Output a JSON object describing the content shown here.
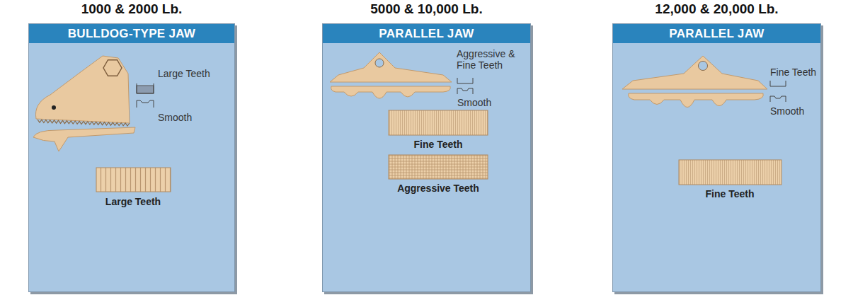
{
  "diagram": {
    "nodes": [
      {
        "text": [
          "1000 & 2000 Lb.",
          "BULLDOG-TYPE JAW"
        ]
      },
      {
        "text": [
          "5000 & 10,000 Lb.",
          "PARALLEL JAW"
        ]
      },
      {
        "text": [
          "12,000 & 20,000 Lb.",
          "PARALLEL JAW"
        ]
      }
    ],
    "labels": [
      "Large Teeth",
      "Smooth",
      "Large Teeth",
      "Aggressive & Fine Teeth",
      "Smooth",
      "Fine Teeth",
      "Aggressive Teeth",
      "Fine Teeth",
      "Smooth",
      "Fine Teeth"
    ]
  }
}
